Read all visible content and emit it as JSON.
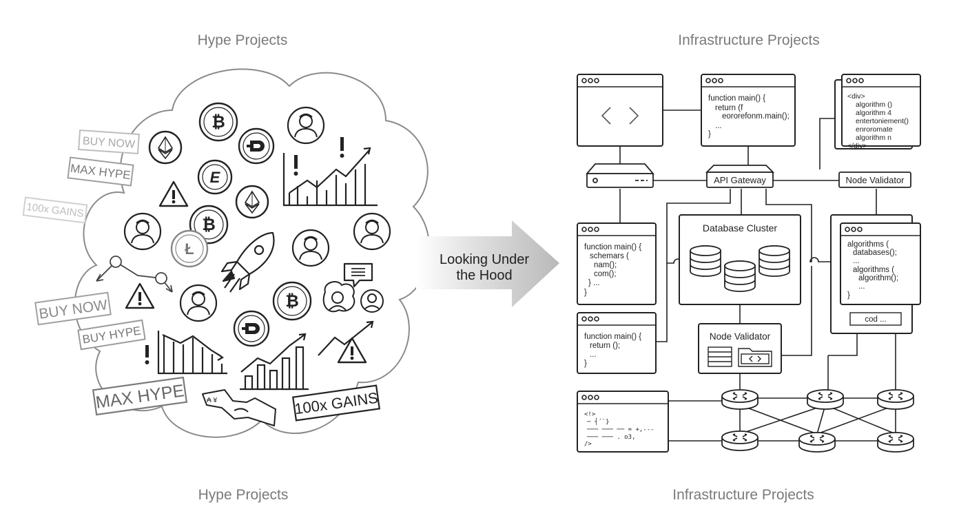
{
  "titles": {
    "left_top": "Hype Projects",
    "right_top": "Infrastructure Projects",
    "left_bottom": "Hype Projects",
    "right_bottom": "Infrastructure Projects"
  },
  "arrow": {
    "line1": "Looking Under",
    "line2": "the Hood"
  },
  "hype_labels": {
    "buy_now_1": "BUY NOW",
    "max_hype_1": "MAX HYPE",
    "gains_1": "100x GAINS",
    "buy_now_2": "BUY NOW",
    "buy_hype": "BUY HYPE",
    "max_hype_2": "MAX HYPE",
    "gains_2": "100x GAINS"
  },
  "infra": {
    "code_top": [
      "function main() {",
      "  return (f",
      "    eororefonm.main();",
      "  ...",
      "}"
    ],
    "code_div": [
      "<div>",
      "  algorithm ()",
      "  algorithm 4",
      "  entertoniement()",
      "  enroromate",
      "  algorithm n",
      "</div>"
    ],
    "api_gateway": "API Gateway",
    "node_validator_top": "Node Validator",
    "code_left_1": [
      "function main() {",
      "  schemars (",
      "    nam();",
      "    com();",
      "  } ...",
      "}"
    ],
    "database_cluster": "Database Cluster",
    "code_right": [
      "algorithms (",
      "  databases();",
      "  ...",
      "  algorithms (",
      "    algorithm();",
      "    ...",
      "}"
    ],
    "cod_button": "cod  ...",
    "code_left_2": [
      "function main() {",
      "  return ();",
      "  ...",
      "}"
    ],
    "node_validator_mid": "Node Validator",
    "code_bottom": [
      "<!>",
      "  ─ ┤´`}",
      "  ─── ─── ──   ≈ +,---",
      "  ─── ─── .  o3,",
      "/>"
    ]
  },
  "icons": [
    "window-dots-icon",
    "code-brackets-icon",
    "database-icon",
    "router-icon",
    "server-icon",
    "folder-icon",
    "bitcoin-icon",
    "ethereum-icon",
    "litecoin-icon",
    "dash-icon",
    "rocket-icon",
    "user-avatar-icon",
    "warning-icon",
    "chart-icon",
    "chat-icon",
    "money-icon"
  ]
}
